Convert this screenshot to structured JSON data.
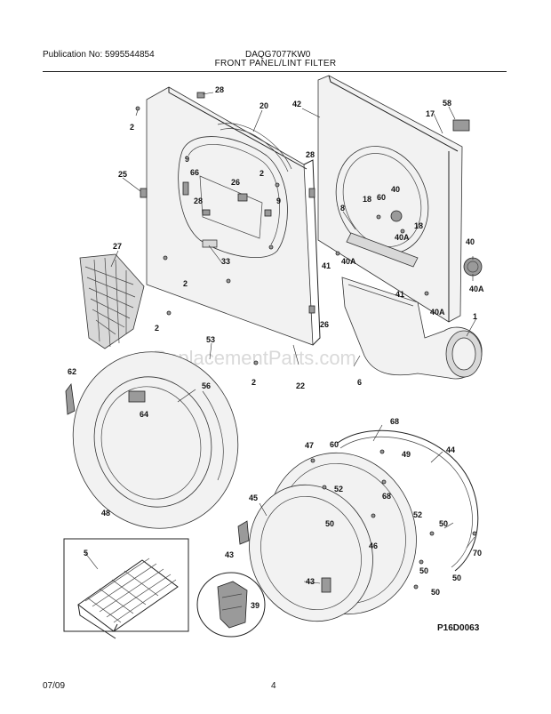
{
  "header": {
    "publication": "Publication No: 5995544854",
    "model": "DAQG7077KW0",
    "title": "FRONT PANEL/LINT FILTER"
  },
  "footer": {
    "date": "07/09",
    "page": "4"
  },
  "diagram": {
    "code": "P16D0063",
    "watermark": "eReplacementParts.com",
    "callouts": [
      "28",
      "20",
      "42",
      "58",
      "17",
      "2",
      "9",
      "66",
      "25",
      "26",
      "28",
      "9",
      "2",
      "28",
      "8",
      "18",
      "60",
      "40",
      "40A",
      "18",
      "40",
      "41",
      "40A",
      "27",
      "33",
      "2",
      "41",
      "40A",
      "2",
      "26",
      "40A",
      "1",
      "53",
      "62",
      "56",
      "64",
      "2",
      "22",
      "6",
      "48",
      "68",
      "47",
      "60",
      "44",
      "49",
      "52",
      "68",
      "45",
      "52",
      "50",
      "5",
      "50",
      "46",
      "70",
      "43",
      "50",
      "43",
      "50",
      "39",
      "50"
    ]
  }
}
